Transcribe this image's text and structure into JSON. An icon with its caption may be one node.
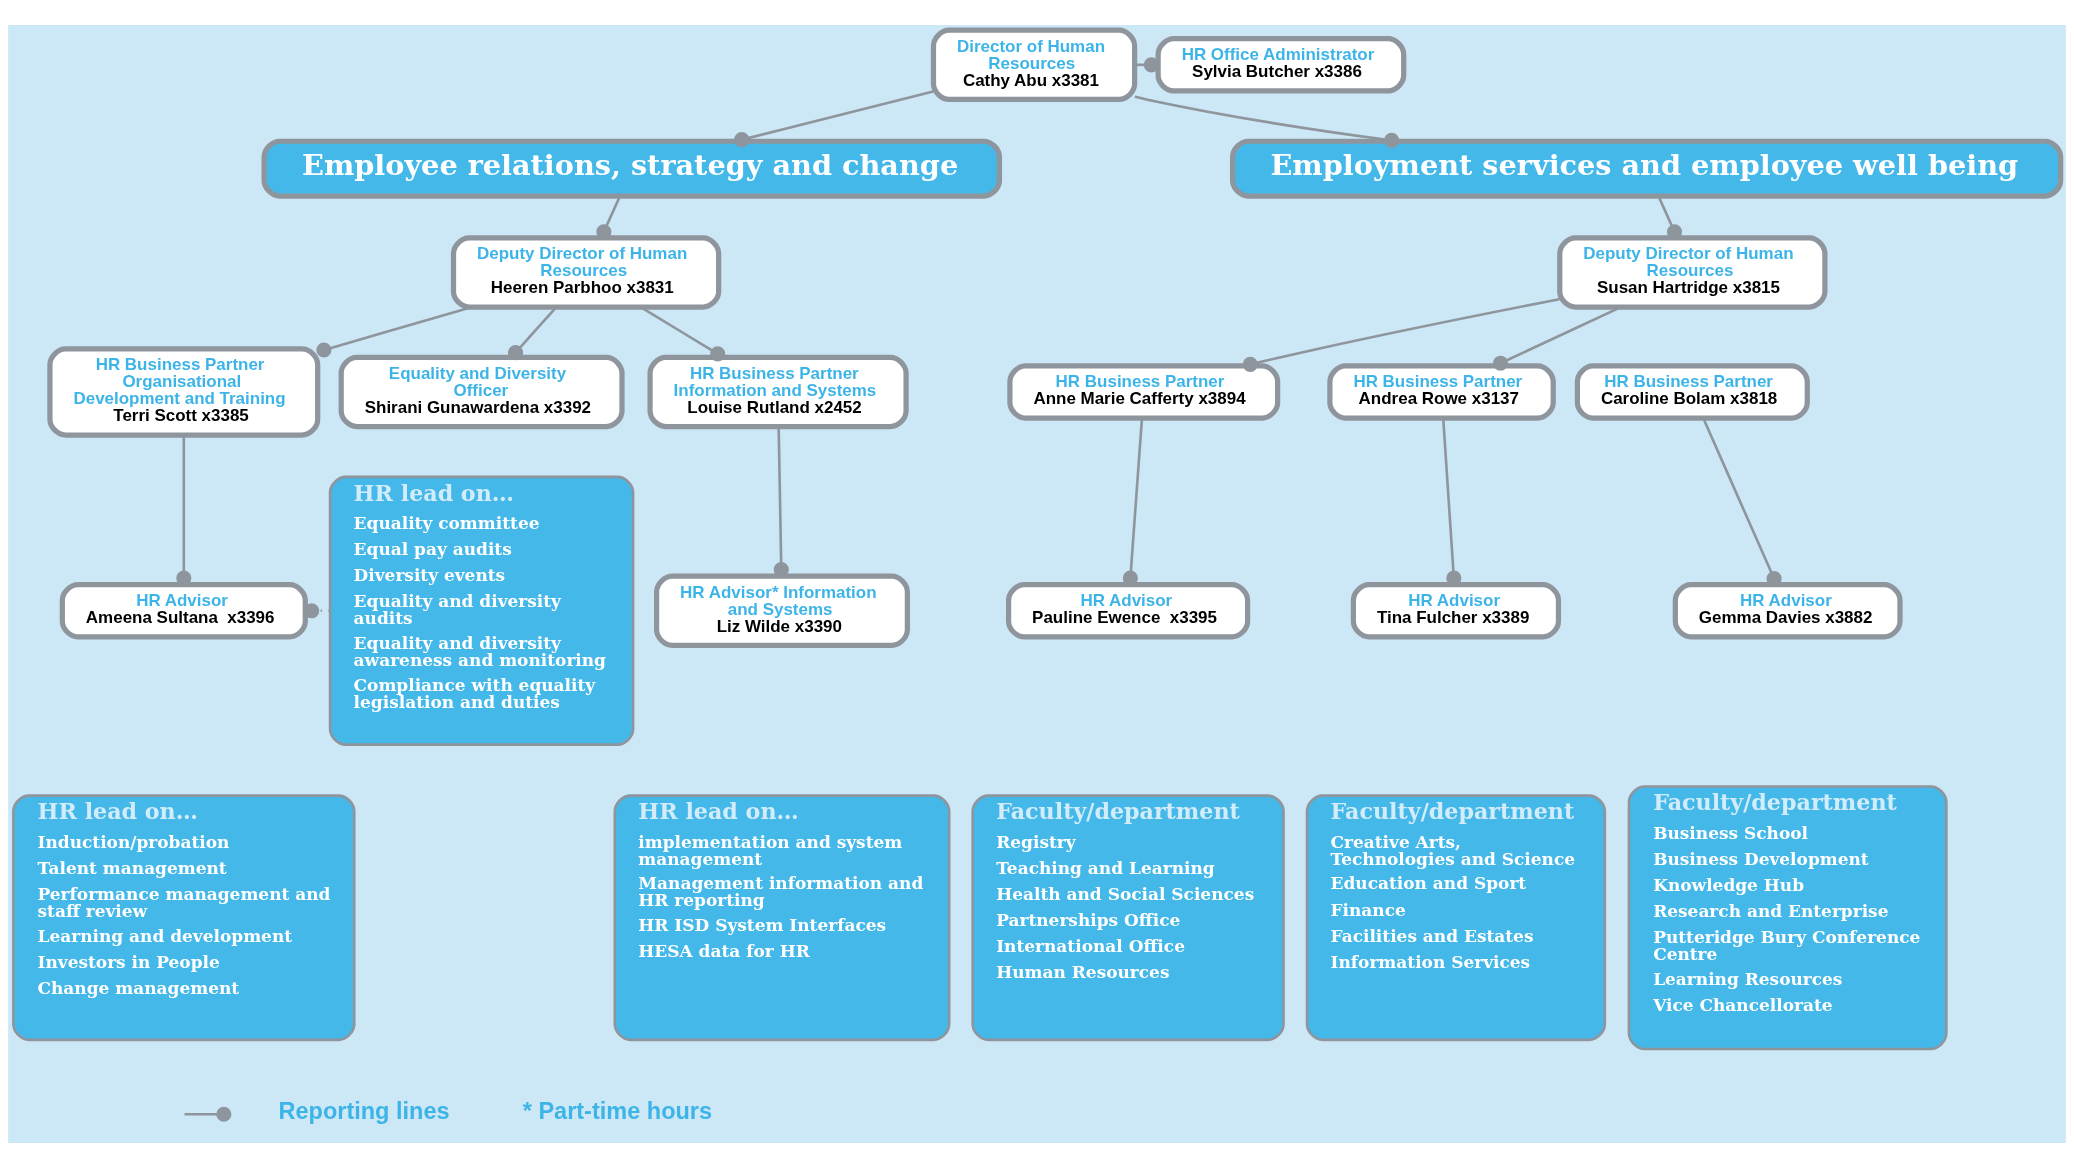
{
  "diagram": {
    "nodes": [
      {
        "text": [
          "Director of Human Resources",
          "Cathy Abu x3381"
        ]
      },
      {
        "text": [
          "HR Office Administrator",
          "Sylvia Butcher x3386"
        ]
      },
      {
        "text": [
          "Employee relations, strategy and change"
        ]
      },
      {
        "text": [
          "Employment services and employee well being"
        ]
      },
      {
        "text": [
          "Deputy Director of Human Resources",
          "Heeren Parbhoo x3831"
        ]
      },
      {
        "text": [
          "Deputy Director of Human Resources",
          "Susan Hartridge x3815"
        ]
      },
      {
        "text": [
          "HR Business Partner Organisational Development and Training",
          "Terri Scott x3385"
        ]
      },
      {
        "text": [
          "Equality and Diversity Officer",
          "Shirani Gunawardena x3392"
        ]
      },
      {
        "text": [
          "HR Business Partner Information and Systems",
          "Louise Rutland x2452"
        ]
      },
      {
        "text": [
          "HR Business Partner",
          "Anne Marie Cafferty x3894"
        ]
      },
      {
        "text": [
          "HR Business Partner",
          "Andrea Rowe x3137"
        ]
      },
      {
        "text": [
          "HR Business Partner",
          "Caroline Bolam x3818"
        ]
      },
      {
        "text": [
          "HR Advisor",
          "Ameena Sultana  x3396"
        ]
      },
      {
        "text": [
          "HR lead on…",
          "Equality committee",
          "Equal pay audits",
          "Diversity events",
          "Equality and diversity audits",
          "Equality and diversity awareness and monitoring",
          "Compliance with equality legislation and duties"
        ]
      },
      {
        "text": [
          "HR lead on…",
          "Induction/probation",
          "Talent management",
          "Performance management and staff review",
          "Learning and development",
          "Investors in People",
          "Change management"
        ]
      },
      {
        "text": [
          "HR Advisor* Information and Systems",
          "Liz Wilde x3390"
        ]
      },
      {
        "text": [
          "HR lead on…",
          "implementation and system management",
          "Management information and HR reporting",
          "HR ISD System Interfaces",
          "HESA data for HR"
        ]
      },
      {
        "text": [
          "HR Advisor",
          "Pauline Ewence  x3395"
        ]
      },
      {
        "text": [
          "Faculty/department",
          "Registry",
          "Teaching and Learning",
          "Health and Social Sciences",
          "Partnerships Office",
          "International Office",
          "Human Resources"
        ]
      },
      {
        "text": [
          "HR Advisor",
          "Tina Fulcher x3389"
        ]
      },
      {
        "text": [
          "Faculty/department",
          "Creative Arts, Technologies and Science",
          "Education and Sport",
          "Finance",
          "Facilities and Estates",
          "Information Services"
        ]
      },
      {
        "text": [
          "HR Advisor",
          "Gemma Davies x3882"
        ]
      },
      {
        "text": [
          "Faculty/department",
          "Business School",
          "Business Development",
          "Knowledge Hub",
          "Research and Enterprise",
          "Putteridge Bury Conference Centre",
          "Learning Resources",
          "Vice Chancellorate"
        ]
      }
    ],
    "edges": [
      {
        "from": 0,
        "to": 1,
        "arrow": "other"
      },
      {
        "from": 0,
        "to": 2,
        "arrow": "other"
      },
      {
        "from": 0,
        "to": 3,
        "arrow": "other"
      },
      {
        "from": 2,
        "to": 4,
        "arrow": "other"
      },
      {
        "from": 3,
        "to": 5,
        "arrow": "other"
      },
      {
        "from": 4,
        "to": 6,
        "arrow": "other"
      },
      {
        "from": 4,
        "to": 7,
        "arrow": "other"
      },
      {
        "from": 4,
        "to": 8,
        "arrow": "other"
      },
      {
        "from": 5,
        "to": 9,
        "arrow": "other"
      },
      {
        "from": 5,
        "to": 10,
        "arrow": "other"
      },
      {
        "from": 6,
        "to": 12,
        "arrow": "other"
      },
      {
        "from": 13,
        "to": 12,
        "arrow": "other",
        "style": "dashed"
      },
      {
        "from": 8,
        "to": 15,
        "arrow": "other"
      },
      {
        "from": 9,
        "to": 17,
        "arrow": "other"
      },
      {
        "from": 10,
        "to": 19,
        "arrow": "other"
      },
      {
        "from": 11,
        "to": 21,
        "arrow": "other"
      }
    ],
    "labels": [
      "* Part-time hours"
    ],
    "legend": [
      {
        "text": "Reporting lines"
      }
    ]
  }
}
